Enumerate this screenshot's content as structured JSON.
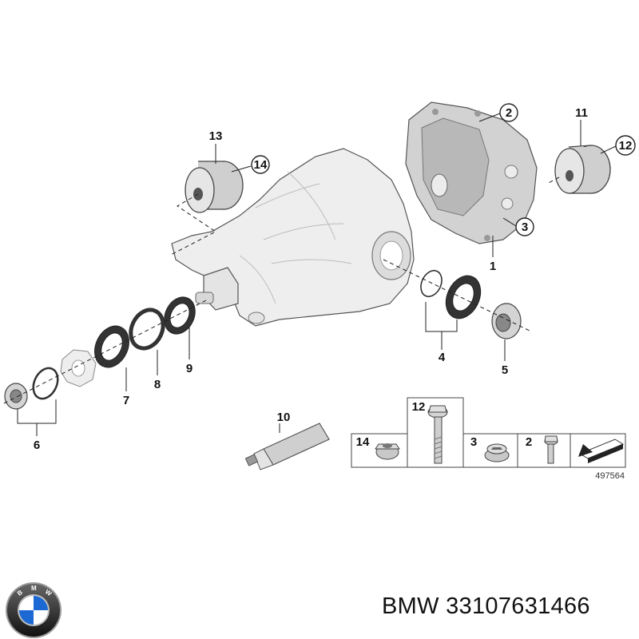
{
  "callouts": {
    "p1": "1",
    "p2": "2",
    "p3": "3",
    "p4": "4",
    "p5": "5",
    "p6": "6",
    "p7": "7",
    "p8": "8",
    "p9": "9",
    "p10": "10",
    "p11": "11",
    "p12": "12",
    "p13": "13",
    "p14": "14"
  },
  "legend_box": {
    "c14": "14",
    "c12": "12",
    "c3": "3",
    "c2": "2"
  },
  "diagram_number": "497564",
  "caption": "BMW 33107631466",
  "logo": {
    "name": "bmw-logo",
    "letters": "BMW",
    "colors": {
      "ring": "#111111",
      "blue": "#1c69d4",
      "white": "#ffffff",
      "silver": "#9a9a9a"
    }
  }
}
